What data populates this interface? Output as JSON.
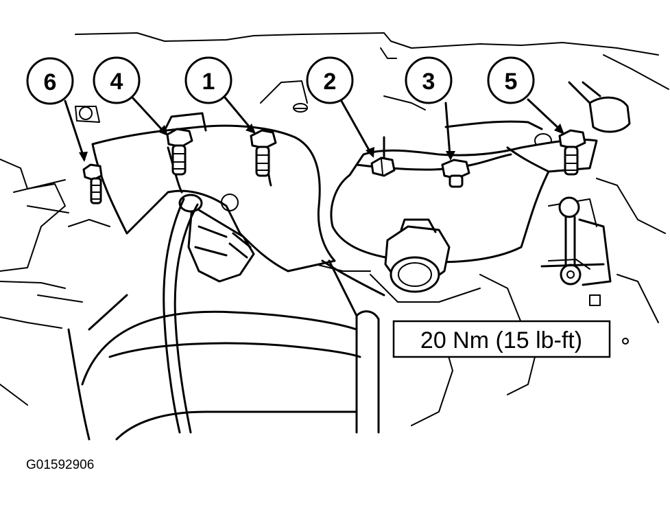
{
  "torque_spec": "20 Nm (15 lb-ft)",
  "figure_id": "G01592906",
  "callouts": [
    "6",
    "4",
    "1",
    "2",
    "3",
    "5"
  ]
}
